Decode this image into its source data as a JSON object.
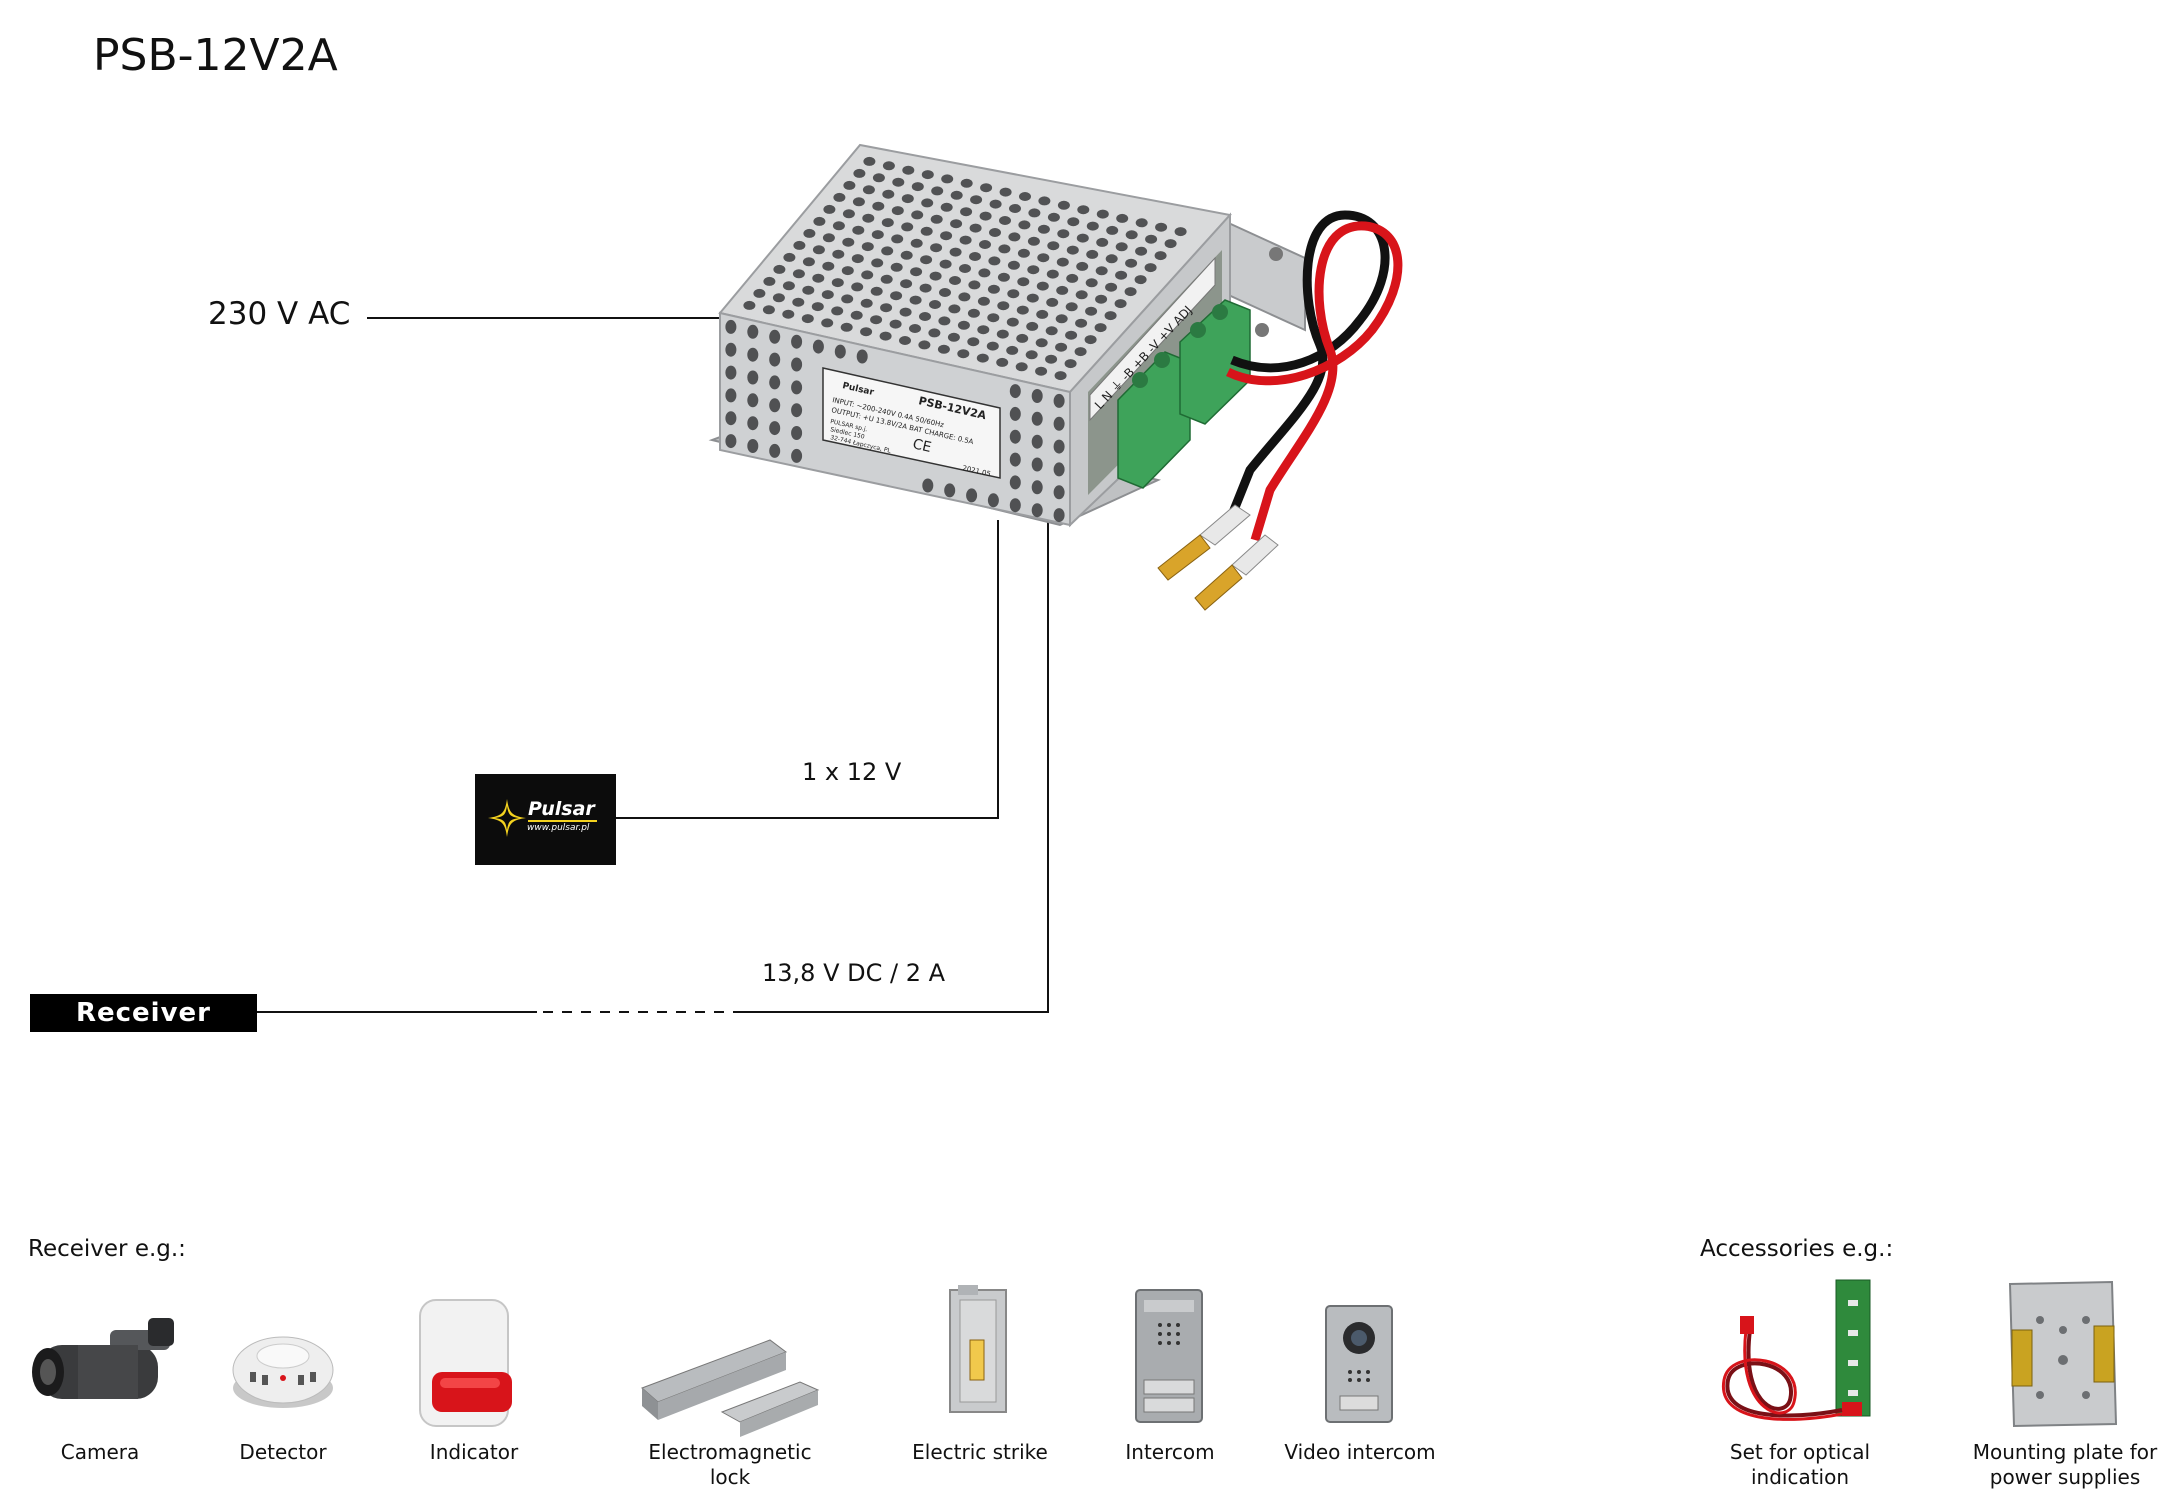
{
  "title": "PSB-12V2A",
  "input_label": "230 V AC",
  "logo": {
    "name": "Pulsar",
    "url": "www.pulsar.pl"
  },
  "lines": {
    "a_label": "1 x 12 V",
    "b_label": "13,8 V DC / 2 A"
  },
  "receiver_badge": "Receiver",
  "device_label": {
    "brand": "Pulsar",
    "model": "PSB-12V2A",
    "input": "INPUT: ~200-240V 0.4A 50/60Hz",
    "output": "OUTPUT: +U 13.8V/2A BAT CHARGE: 0.5A",
    "maker": "PULSAR sp.j.",
    "street": "Siedlec 150",
    "city": "32-744 Łapczyca, PL",
    "date": "2021.05",
    "ce": "CE",
    "terminals": "L N ⏚  -B +B -V +V ADJ"
  },
  "receivers": {
    "title": "Receiver e.g.:",
    "items": [
      {
        "name": "Camera"
      },
      {
        "name": "Detector"
      },
      {
        "name": "Indicator"
      },
      {
        "name": "Electromagnetic\nlock"
      },
      {
        "name": "Electric strike"
      },
      {
        "name": "Intercom"
      },
      {
        "name": "Video intercom"
      }
    ]
  },
  "accessories": {
    "title": "Accessories e.g.:",
    "items": [
      {
        "name": "Set for optical\nindication"
      },
      {
        "name": "Mounting plate for\npower supplies"
      }
    ]
  },
  "colors": {
    "wire_red": "#d8141a",
    "wire_black": "#111111",
    "terminal_green": "#3ea35a",
    "housing": "#d9dadb"
  }
}
